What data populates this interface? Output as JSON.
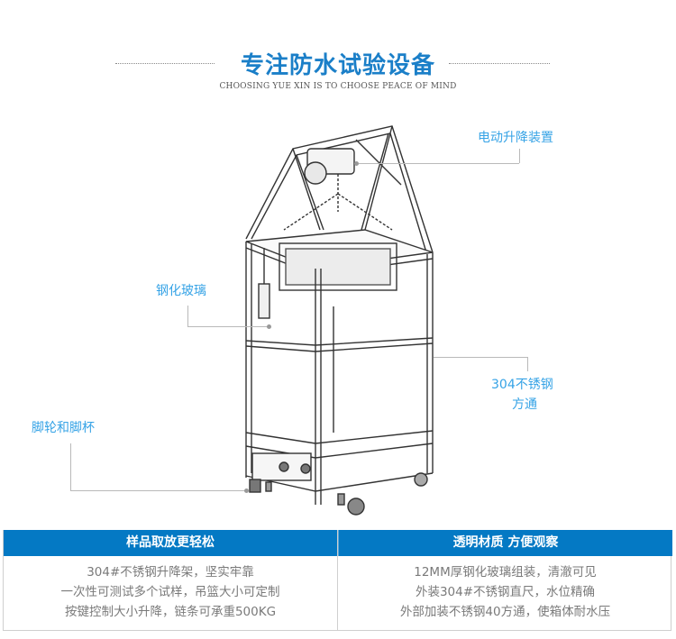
{
  "header": {
    "title": "专注防水试验设备",
    "subtitle": "CHOOSING YUE XIN IS TO CHOOSE PEACE OF MIND"
  },
  "illustration": {
    "subject": "waterproof test cabinet with electric hoist, line drawing",
    "callouts": [
      {
        "label": "电动升降装置"
      },
      {
        "label": "钢化玻璃"
      },
      {
        "label_line1": "304不锈钢",
        "label_line2": "方通"
      },
      {
        "label": "脚轮和脚杯"
      }
    ]
  },
  "features": {
    "accent_color": "#0479c4",
    "left": {
      "heading": "样品取放更轻松",
      "lines": [
        "304#不锈钢升降架，坚实牢靠",
        "一次性可测试多个试样，吊篮大小可定制",
        "按键控制大小升降，链条可承重500KG"
      ]
    },
    "right": {
      "heading": "透明材质 方便观察",
      "lines": [
        "12MM厚钢化玻璃组装，清澈可见",
        "外装304#不锈钢直尺，水位精确",
        "外部加装不锈钢40方通，使箱体耐水压"
      ]
    }
  }
}
